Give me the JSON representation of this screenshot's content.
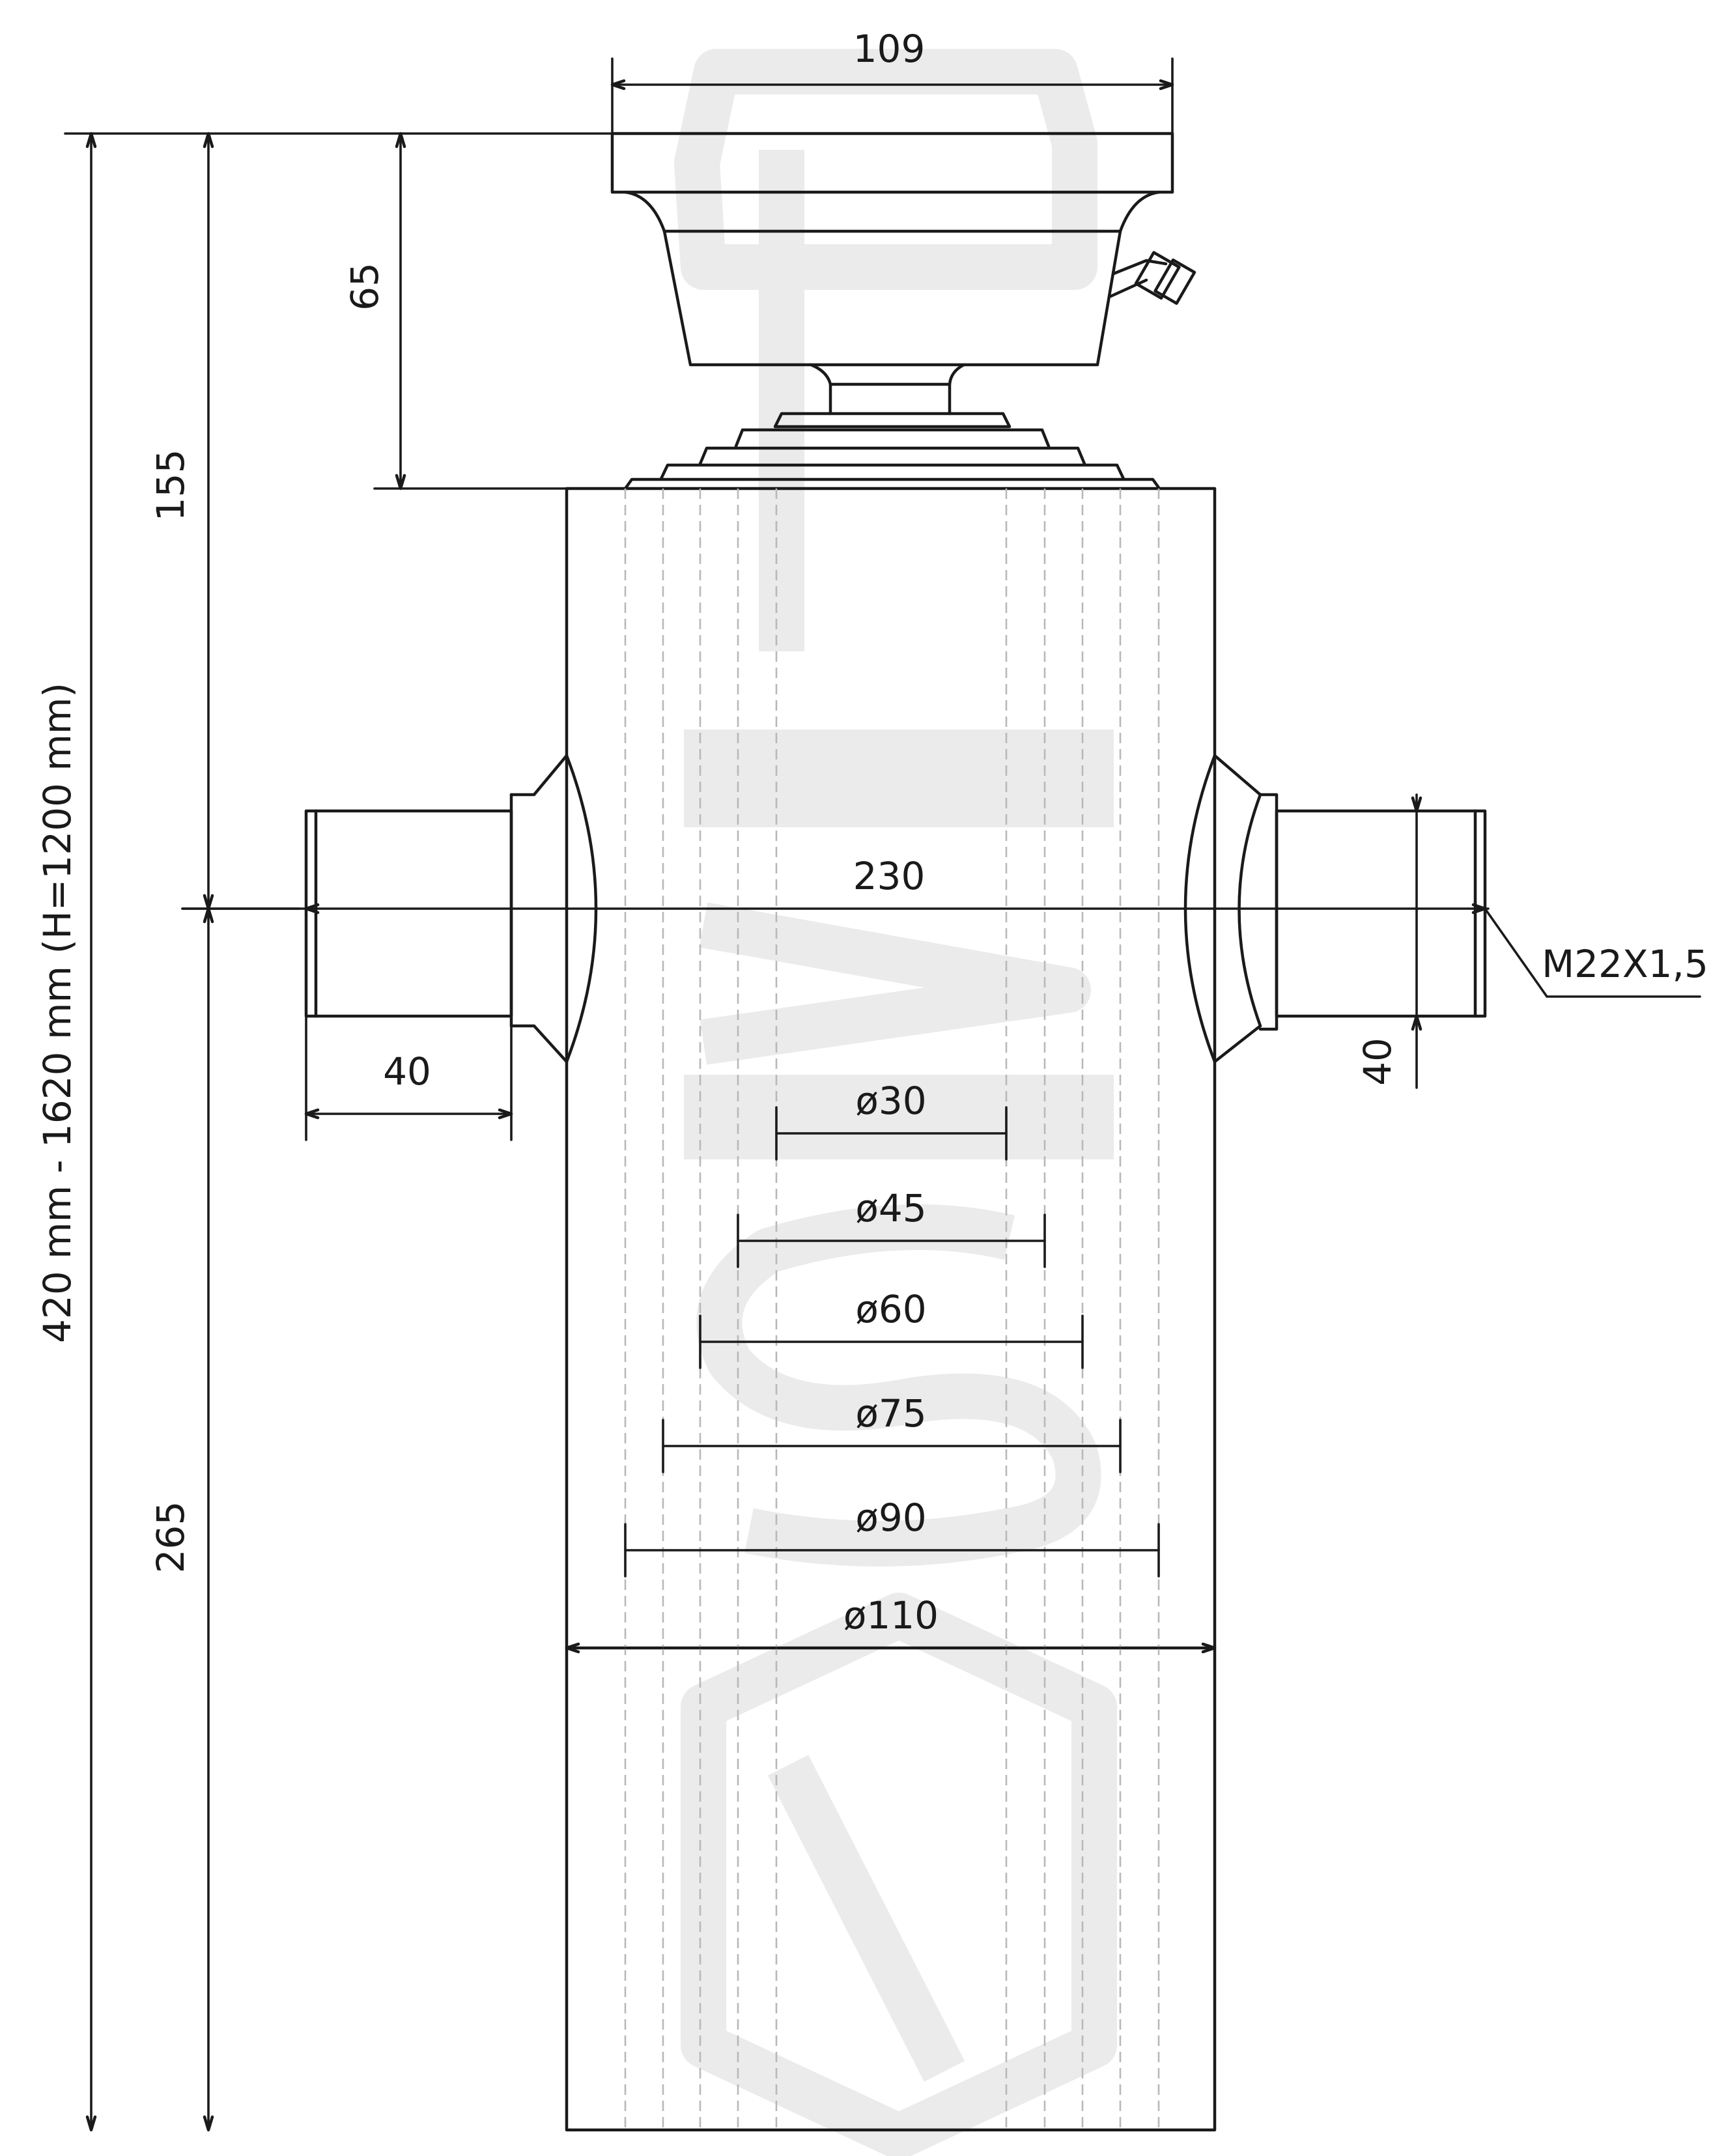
{
  "diagram": {
    "dimensions": {
      "head_width": "109",
      "head_height": "65",
      "upper_length": "155",
      "lower_length": "265",
      "total_length": "420 mm - 1620 mm (H=1200 mm)",
      "pin_span": "230",
      "left_pin_length": "40",
      "right_pin_diameter": "40",
      "thread": "M22X1,5"
    },
    "stage_diameters": [
      "ø30",
      "ø45",
      "ø60",
      "ø75",
      "ø90",
      "ø110"
    ],
    "colors": {
      "line": "#1a1a1a",
      "hidden": "#b8b8b8",
      "watermark": "#ebebeb"
    }
  }
}
